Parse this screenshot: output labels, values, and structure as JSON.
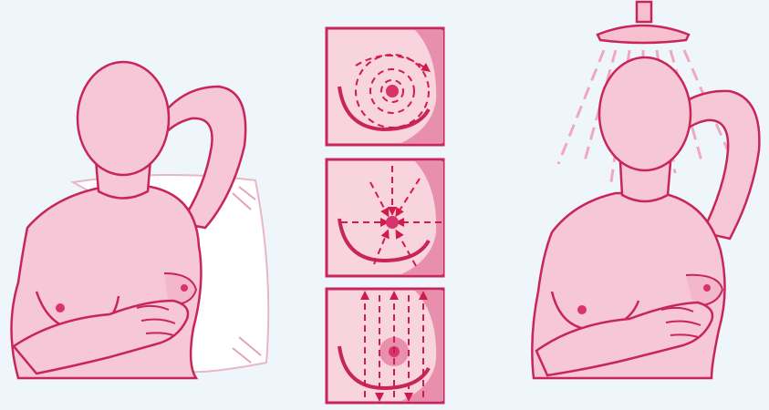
{
  "illustration": {
    "panels": [
      {
        "id": "lying-down",
        "icon": "pillow-icon"
      },
      {
        "id": "technique-circular",
        "icon": "circular-pattern-icon"
      },
      {
        "id": "technique-radial",
        "icon": "radial-pattern-icon"
      },
      {
        "id": "technique-vertical",
        "icon": "vertical-strip-pattern-icon"
      },
      {
        "id": "in-shower",
        "icon": "shower-head-icon"
      }
    ]
  },
  "colors": {
    "background": "#eef6fc",
    "skin": "#f6c7d6",
    "skin_shade": "#efa9c1",
    "outline": "#c8265b",
    "nipple": "#d9336c",
    "guide_line": "#d11c4a",
    "pillow": "#ffffff",
    "water": "#f0a8c0",
    "shower": "#f6c0d1"
  }
}
